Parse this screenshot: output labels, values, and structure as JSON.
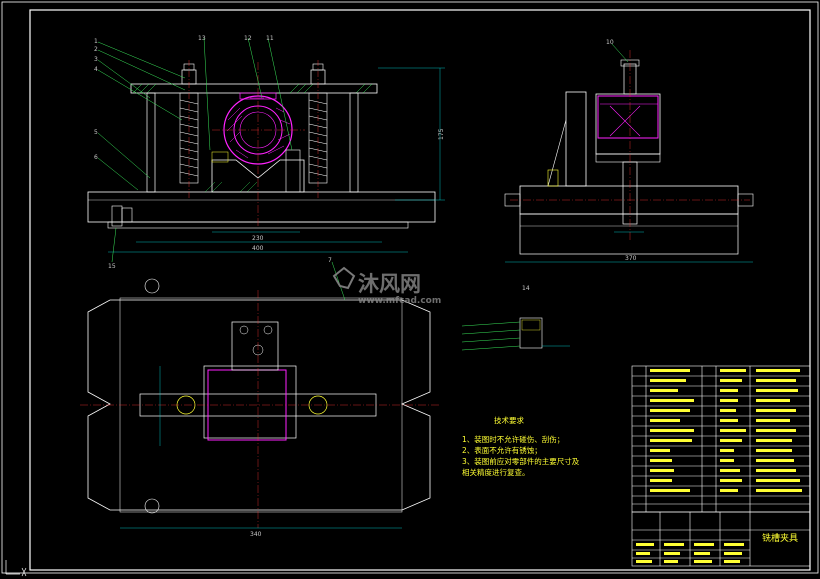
{
  "title_block": {
    "drawing_title": "铣槽夹具"
  },
  "watermark": {
    "brand": "沐风网",
    "url": "www.mfcad.com"
  },
  "technical_requirements": {
    "heading": "技术要求",
    "items": [
      "1、装图时不允许碰伤、刮伤；",
      "2、表面不允许有锈蚀；",
      "3、装图前应对零部件的主要尺寸及",
      "相关精度进行复查。"
    ]
  },
  "dimensions": {
    "front_height": "175",
    "front_width_inner": "230",
    "front_width_overall": "400",
    "side_width": "370",
    "plan_width": "340"
  },
  "balloons": {
    "front_left": [
      "1",
      "2",
      "3",
      "4",
      "5",
      "6"
    ],
    "front_top": [
      "13",
      "12",
      "11"
    ],
    "front_bottom": "15",
    "side_top": "10",
    "detail_top": "14",
    "plan_left": "7"
  },
  "colors": {
    "background": "#000000",
    "linework": "#ffffff",
    "annotation": "#ffff33",
    "leader": "#39e65a",
    "part_highlight": "#ff22ff",
    "centerline": "#ff3333",
    "dimension": "#00e5e5"
  }
}
